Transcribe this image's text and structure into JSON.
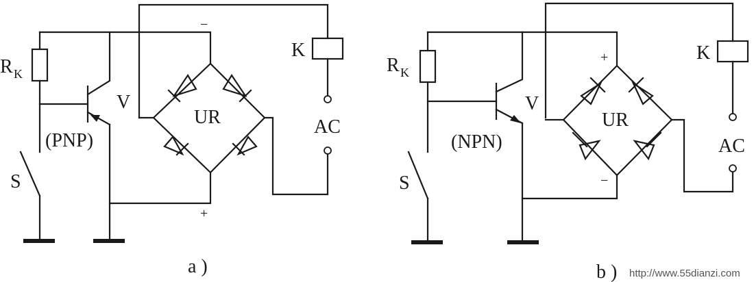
{
  "circuits": [
    {
      "resistor_label": "R",
      "resistor_subscript": "K",
      "transistor_label": "V",
      "transistor_type": "(PNP)",
      "switch_label": "S",
      "bridge_label": "UR",
      "relay_label": "K",
      "ac_label": "AC",
      "bridge_top_sign": "−",
      "bridge_bottom_sign": "+",
      "caption": "a )"
    },
    {
      "resistor_label": "R",
      "resistor_subscript": "K",
      "transistor_label": "V",
      "transistor_type": "(NPN)",
      "switch_label": "S",
      "bridge_label": "UR",
      "relay_label": "K",
      "ac_label": "AC",
      "bridge_top_sign": "+",
      "bridge_bottom_sign": "−",
      "caption": "b )"
    }
  ],
  "watermark": "http://www.55dianzi.com"
}
